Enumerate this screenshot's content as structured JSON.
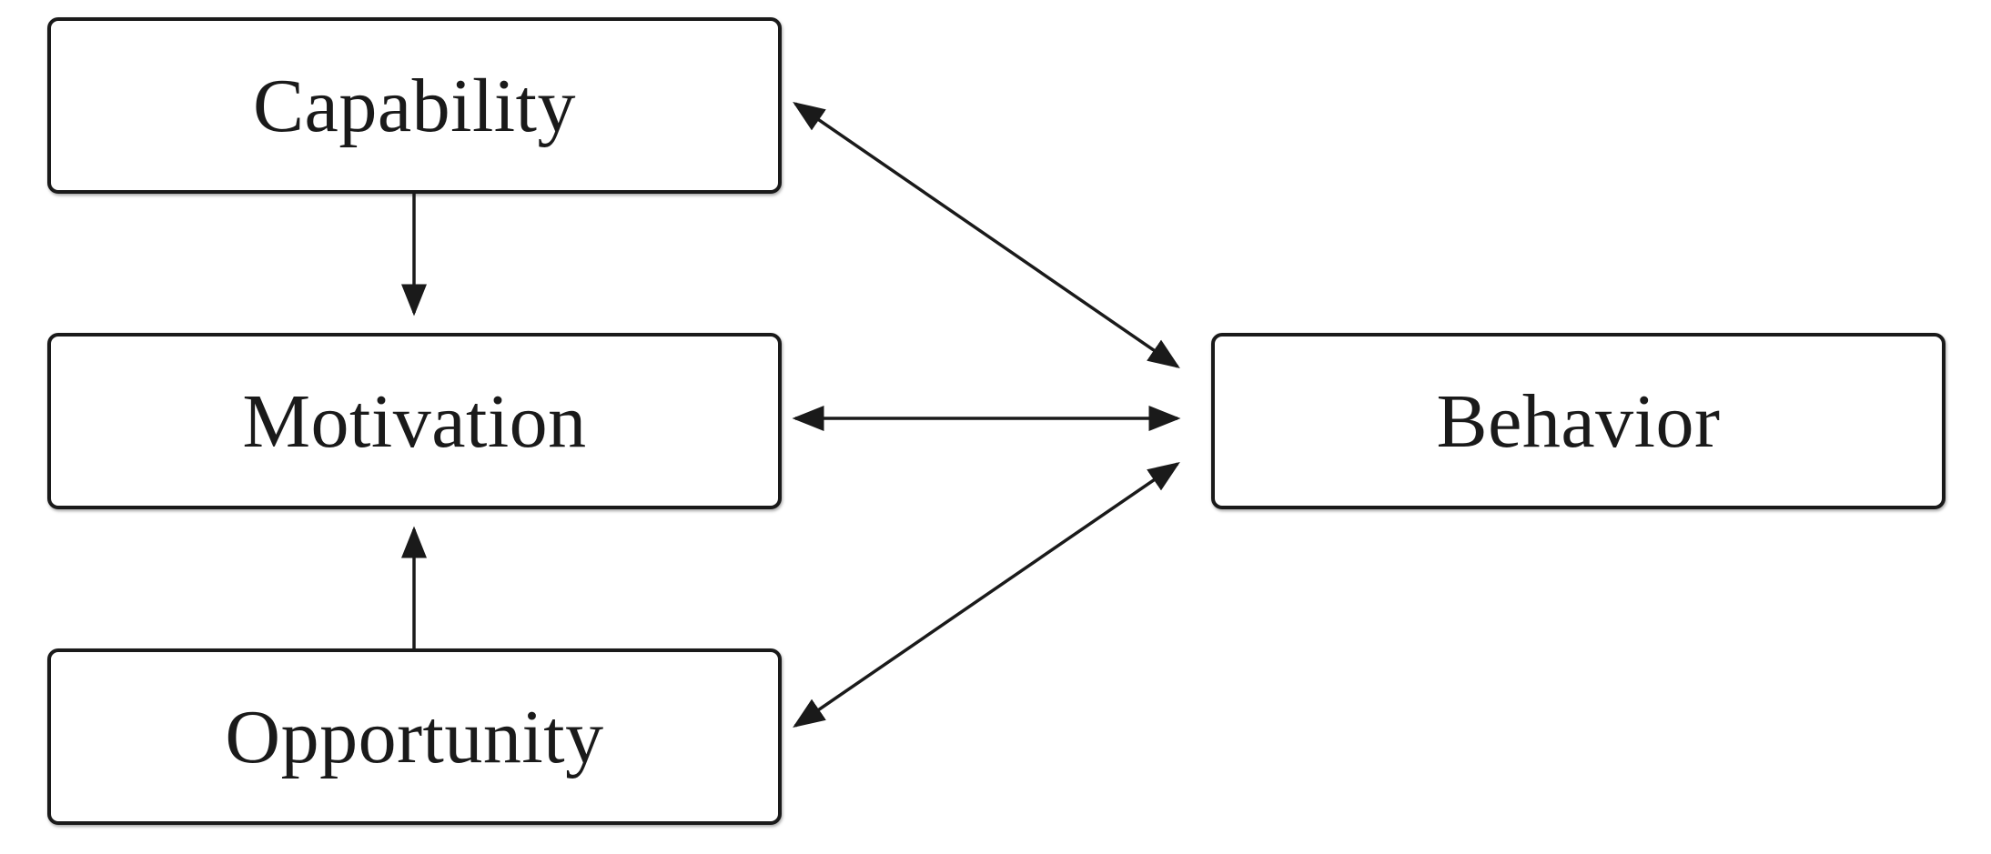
{
  "diagram": {
    "nodes": {
      "capability": "Capability",
      "motivation": "Motivation",
      "opportunity": "Opportunity",
      "behavior": "Behavior"
    },
    "edges": [
      {
        "from": "capability",
        "to": "motivation",
        "direction": "one-way"
      },
      {
        "from": "opportunity",
        "to": "motivation",
        "direction": "one-way"
      },
      {
        "from": "capability",
        "to": "behavior",
        "direction": "two-way"
      },
      {
        "from": "motivation",
        "to": "behavior",
        "direction": "two-way"
      },
      {
        "from": "opportunity",
        "to": "behavior",
        "direction": "two-way"
      }
    ],
    "colors": {
      "line": "#1a1a1a",
      "background": "#ffffff"
    }
  }
}
